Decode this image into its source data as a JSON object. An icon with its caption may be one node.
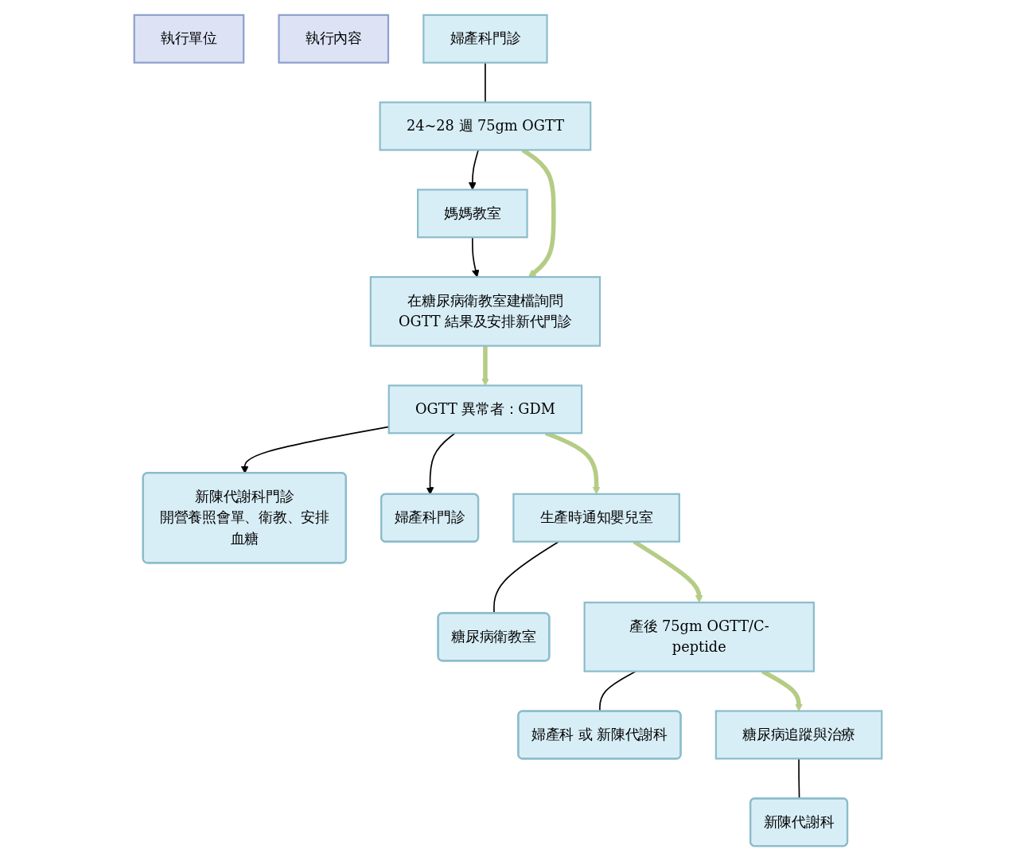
{
  "diagram": {
    "nodes": [
      {
        "text": [
          "執行單位"
        ]
      },
      {
        "text": [
          "執行內容"
        ]
      },
      {
        "text": [
          "婦產科門診"
        ]
      },
      {
        "text": [
          "24~28 週 75gm OGTT"
        ]
      },
      {
        "text": [
          "媽媽教室"
        ]
      },
      {
        "text": [
          "在糖尿病衛教室建檔詢問OGTT 結果及安排新代門診"
        ]
      },
      {
        "text": [
          "新陳代謝科門診",
          "開營養照會單、衛教、安排血糖"
        ]
      },
      {
        "text": [
          "OGTT 異常者：GDM"
        ]
      },
      {
        "text": [
          "婦產科門診"
        ]
      },
      {
        "text": [
          "生產時通知嬰兒室"
        ]
      },
      {
        "text": [
          "糖尿病衛教室"
        ]
      },
      {
        "text": [
          "產後 75gm OGTT/C-peptide"
        ]
      },
      {
        "text": [
          "婦產科 或 新陳代謝科"
        ]
      },
      {
        "text": [
          "糖尿病追蹤與治療"
        ]
      },
      {
        "text": [
          "新陳代謝科"
        ]
      }
    ],
    "edges": [
      {
        "from": 2,
        "to": 3,
        "arrow": "none"
      },
      {
        "from": 3,
        "to": 4,
        "arrow": "to"
      },
      {
        "from": 4,
        "to": 5,
        "arrow": "to"
      },
      {
        "from": 3,
        "to": 5,
        "arrow": "to",
        "style": "thick",
        "color": "#b5cc85"
      },
      {
        "from": 5,
        "to": 7,
        "arrow": "to",
        "style": "thick",
        "color": "#b5cc85"
      },
      {
        "from": 7,
        "to": 6,
        "arrow": "to"
      },
      {
        "from": 7,
        "to": 8,
        "arrow": "to"
      },
      {
        "from": 7,
        "to": 9,
        "arrow": "to",
        "style": "thick",
        "color": "#b5cc85"
      },
      {
        "from": 9,
        "to": 10,
        "arrow": "none"
      },
      {
        "from": 9,
        "to": 11,
        "arrow": "to",
        "style": "thick",
        "color": "#b5cc85"
      },
      {
        "from": 11,
        "to": 12,
        "arrow": "none"
      },
      {
        "from": 11,
        "to": 13,
        "arrow": "to",
        "style": "thick",
        "color": "#b5cc85"
      },
      {
        "from": 13,
        "to": 14,
        "arrow": "none"
      }
    ]
  }
}
